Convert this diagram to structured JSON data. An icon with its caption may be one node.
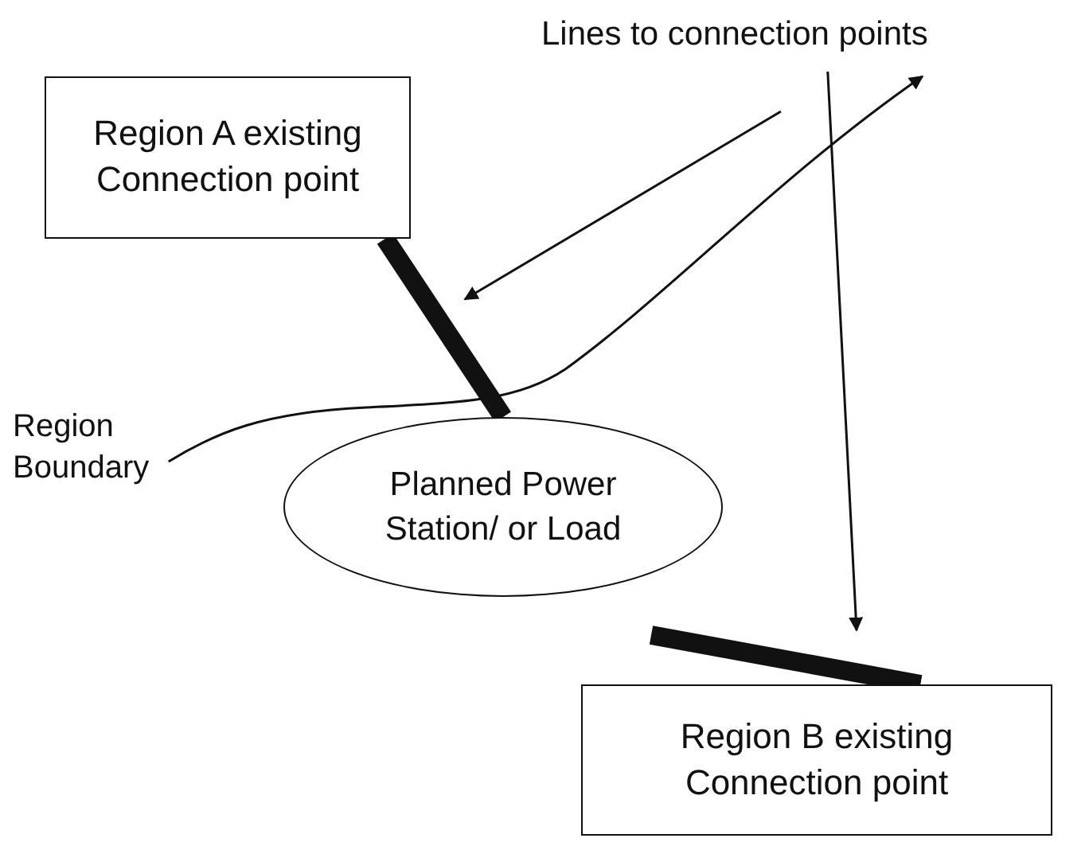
{
  "diagram": {
    "nodes": [
      {
        "text": [
          "Region A existing Connection point"
        ]
      },
      {
        "text": [
          "Planned Power Station/ or Load"
        ]
      },
      {
        "text": [
          "Region B existing Connection point"
        ]
      },
      {
        "text": [
          "Lines to connection points"
        ]
      },
      {
        "text": [
          "Region Boundary"
        ]
      }
    ],
    "edges": [
      {
        "from": 0,
        "to": 1,
        "arrow": "none",
        "style": "thick"
      },
      {
        "from": 1,
        "to": 2,
        "arrow": "none",
        "style": "thick"
      },
      {
        "from": 3,
        "to": null,
        "arrow": "to"
      },
      {
        "from": 3,
        "to": null,
        "arrow": "to"
      },
      {
        "from": 4,
        "to": 3,
        "arrow": "to"
      }
    ]
  }
}
